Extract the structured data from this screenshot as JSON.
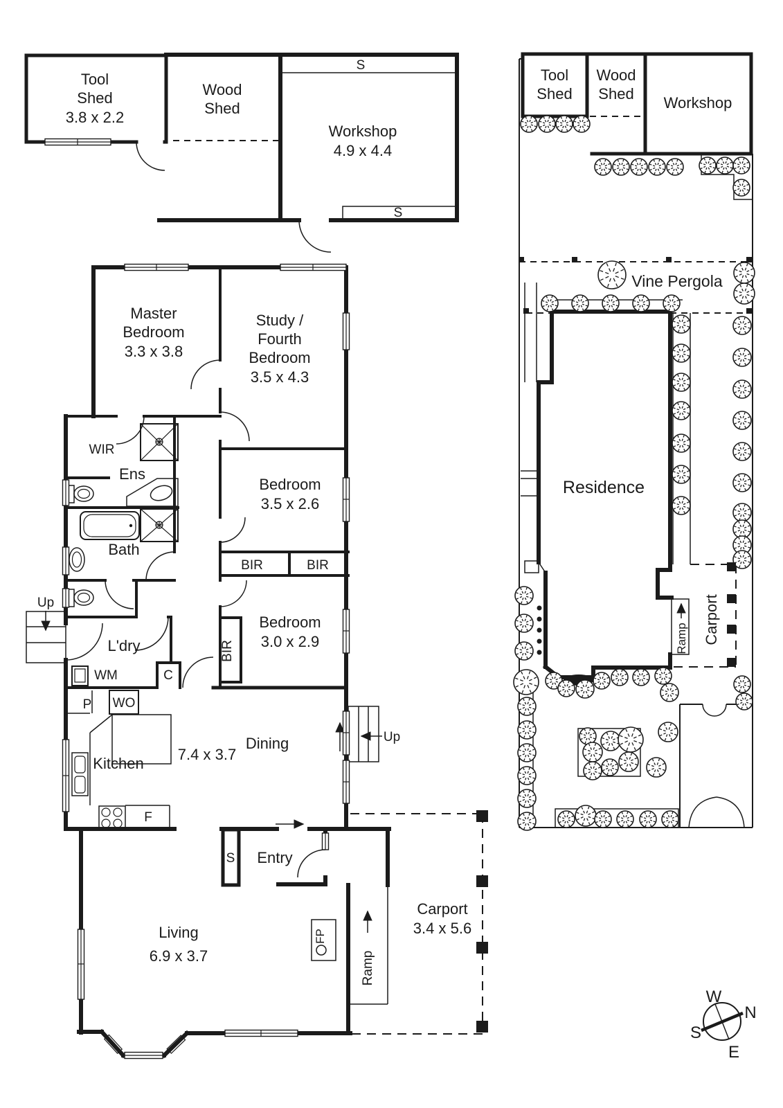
{
  "palette": {
    "ink": "#1b1b1b",
    "background": "#ffffff"
  },
  "floor_plan": {
    "outbuildings": {
      "tool_shed": {
        "name_lines": [
          "Tool",
          "Shed"
        ],
        "dims": "3.8 x 2.2"
      },
      "wood_shed": {
        "name_lines": [
          "Wood",
          "Shed"
        ]
      },
      "workshop": {
        "name": "Workshop",
        "dims": "4.9 x 4.4",
        "shelf_top": "S",
        "shelf_bottom": "S"
      }
    },
    "rooms": {
      "master_bedroom": {
        "name_lines": [
          "Master",
          "Bedroom"
        ],
        "dims": "3.3 x 3.8"
      },
      "study": {
        "name_lines": [
          "Study /",
          "Fourth",
          "Bedroom"
        ],
        "dims": "3.5 x 4.3"
      },
      "bedroom_mid": {
        "name": "Bedroom",
        "dims": "3.5 x 2.6"
      },
      "bedroom_rear": {
        "name": "Bedroom",
        "dims": "3.0 x 2.9"
      },
      "wir": "WIR",
      "ens": "Ens",
      "bath": "Bath",
      "laundry": "L'dry",
      "kitchen": "Kitchen",
      "kitchen_dining_dims": "7.4 x 3.7",
      "dining": "Dining",
      "entry": "Entry",
      "living": {
        "name": "Living",
        "dims": "6.9 x 3.7"
      },
      "carport": {
        "name": "Carport",
        "dims": "3.4 x 5.6"
      },
      "ramp": "Ramp"
    },
    "labels": {
      "bir_left": "BIR",
      "bir_right": "BIR",
      "bir_vertical": "BIR",
      "wm": "WM",
      "c": "C",
      "p": "P",
      "wo": "WO",
      "f": "F",
      "s_entry": "S",
      "fp": "FP",
      "up_side": "Up",
      "up_dining": "Up"
    }
  },
  "site_plan": {
    "tool_shed_lines": [
      "Tool",
      "Shed"
    ],
    "wood_shed_lines": [
      "Wood",
      "Shed"
    ],
    "workshop": "Workshop",
    "vine_pergola": "Vine Pergola",
    "residence": "Residence",
    "ramp": "Ramp",
    "carport": "Carport"
  },
  "compass": {
    "n": "N",
    "s": "S",
    "e": "E",
    "w": "W"
  }
}
